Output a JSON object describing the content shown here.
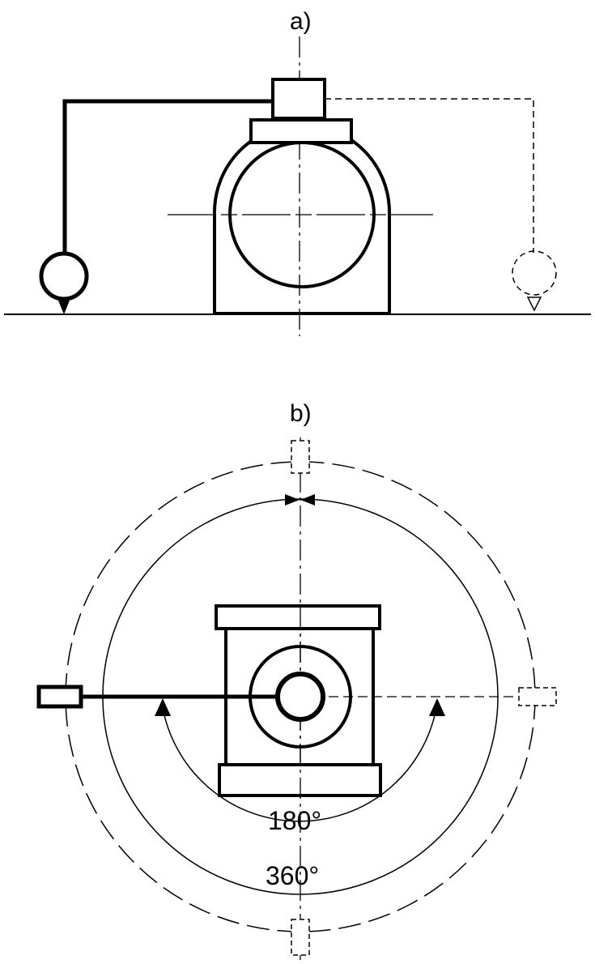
{
  "panels": [
    {
      "id": "a",
      "label": "a)"
    },
    {
      "id": "b",
      "label": "b)"
    }
  ],
  "angles": [
    {
      "label": "180°"
    },
    {
      "label": "360°"
    }
  ],
  "colors": {
    "ink": "#000000",
    "background": "#ffffff"
  }
}
